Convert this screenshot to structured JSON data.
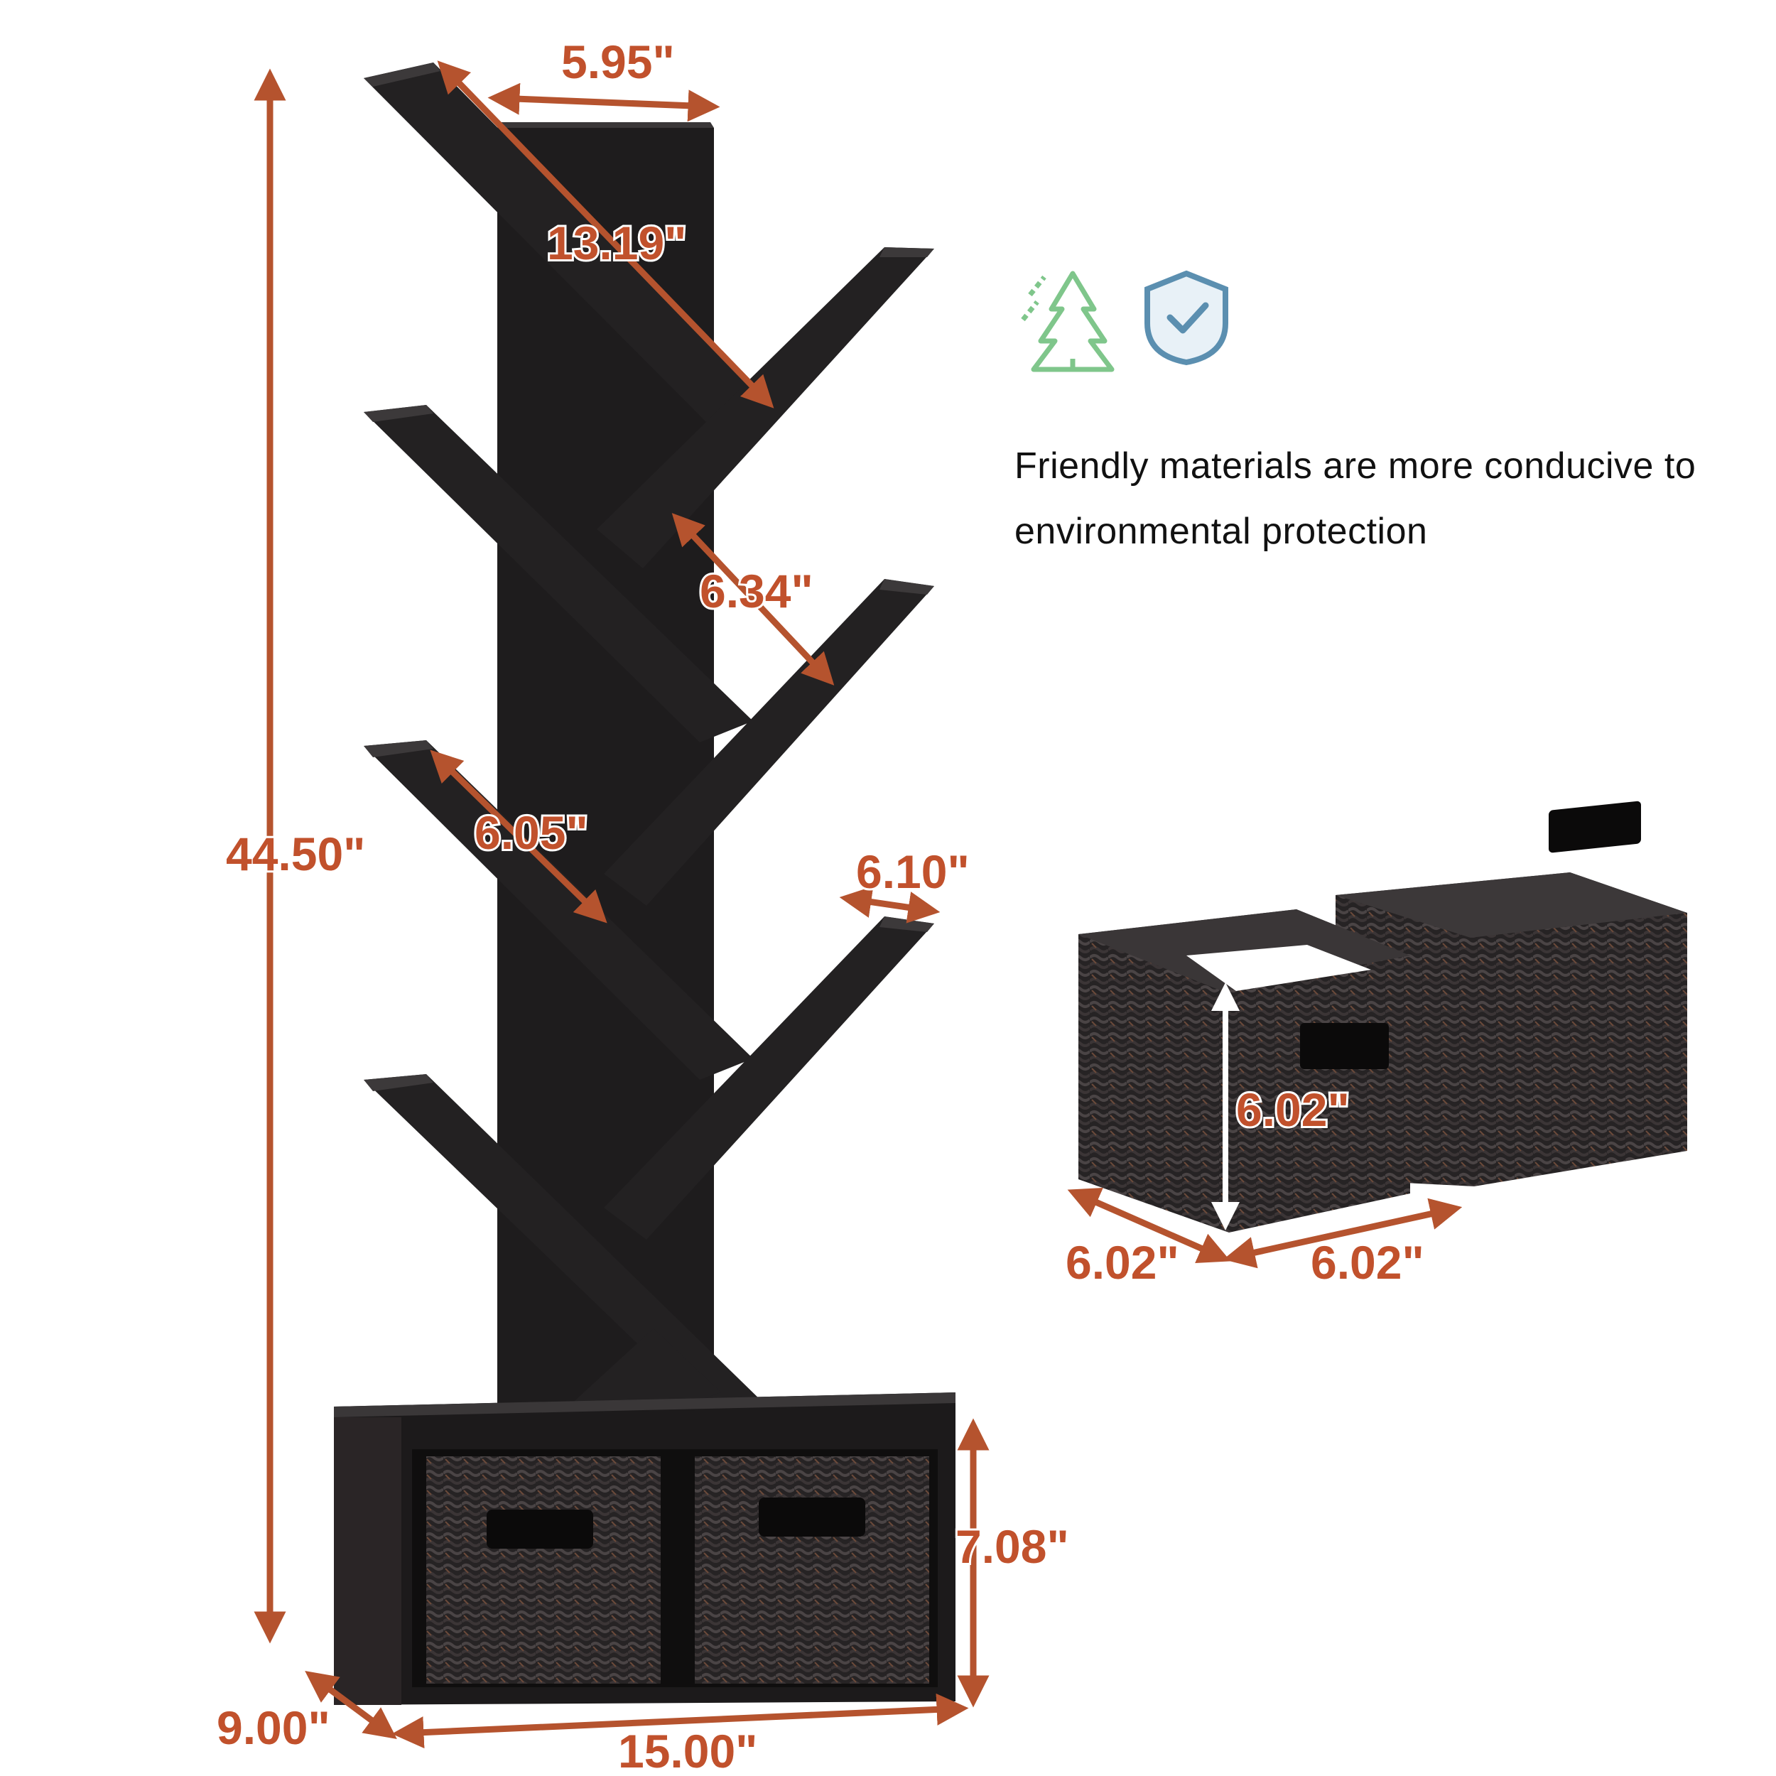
{
  "colors": {
    "dimension": "#c1512c",
    "shelf_wood": "#1e1c1d",
    "shelf_edge": "#3a3738",
    "basket": "#2b2829",
    "tree_icon": "#7fc68b",
    "shield_icon": "#5b8fb0",
    "text": "#111111"
  },
  "icons": [
    "tree-icon",
    "shield-check-icon"
  ],
  "caption": {
    "line1": "Friendly materials are more conducive to",
    "line2": "environmental protection"
  },
  "dimensions": {
    "top_width": "5.95\"",
    "branch_length": "13.19\"",
    "shelf_gap": "6.34\"",
    "branch_depth": "6.05\"",
    "shelf_thickness": "6.10\"",
    "total_height": "44.50\"",
    "cabinet_depth": "9.00\"",
    "cabinet_width": "15.00\"",
    "cabinet_height": "7.08\"",
    "basket_height": "6.02\"",
    "basket_depth": "6.02\"",
    "basket_width": "6.02\""
  }
}
